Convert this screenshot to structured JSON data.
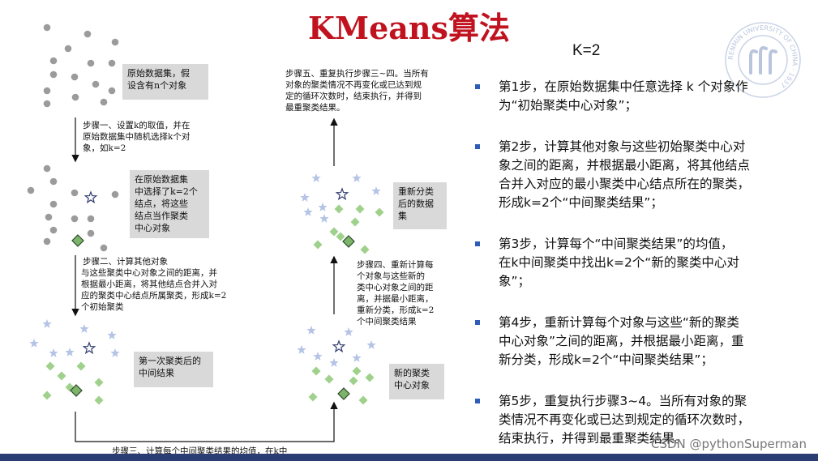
{
  "title": "KMeans算法",
  "k_label": "K=2",
  "seal_text": "RENMIN UNIVERSITY OF CHINA · 1937",
  "boxes": {
    "original_data": [
      "原始数据集，假",
      "设含有n个对象"
    ],
    "selected_centers": [
      "在原始数据集",
      "中选择了k=2个",
      "结点，将这些",
      "结点当作聚类",
      "中心对象"
    ],
    "first_cluster": [
      "第一次聚类后的",
      "中间结果"
    ],
    "regrouped": [
      "重新分类",
      "后的数据",
      "集"
    ],
    "new_centers": [
      "新的聚类",
      "中心对象"
    ]
  },
  "annotations": {
    "step1": [
      "步骤一、设置k的取值，并在",
      "原始数据集中随机选择k个对",
      "象，如k=2"
    ],
    "step2": [
      "步骤二、计算其他对象",
      "与这些聚类中心对象之间的距离，并",
      "根据最小距离，将其他结点合并入对",
      "应的聚类中心结点所属聚类，形成k=2",
      "个初始聚类"
    ],
    "step3": [
      "步骤三、计算每个中间聚类结果的均值，在k中"
    ],
    "step4": [
      "步骤四、重新计算每",
      "个对象与这些新的",
      "类中心对象之间的距",
      "离，并据最小距离，",
      "重新分类，形成k=2",
      "个中间聚类结果"
    ],
    "step5": [
      "步骤五、重复执行步骤三~四。当所有",
      "对象的聚类情况不再变化或已达到规",
      "定的循环次数时，结束执行，并得到",
      "最重聚类结果。"
    ]
  },
  "steps": [
    [
      "第1步，在原始数据集中任意选择 k 个对象作",
      "为“初始聚类中心对象”；"
    ],
    [
      "第2步，计算其他对象与这些初始聚类中心对",
      "象之间的距离，并根据最小距离，将其他结点",
      "合并入对应的最小聚类中心结点所在的聚类，",
      "形成k=2个“中间聚类结果”；"
    ],
    [
      "第3步，计算每个“中间聚类结果”的均值，",
      "在k中间聚类中找出k=2个“新的聚类中心对",
      "象”；"
    ],
    [
      "第4步，重新计算每个对象与这些“新的聚类",
      "中心对象”之间的距离，并根据最小距离，重",
      "新分类，形成k=2个“中间聚类结果”；"
    ],
    [
      "第5步，重复执行步骤3~4。当所有对象的聚",
      "类情况不再变化或已达到规定的循环次数时，",
      "结束执行，并得到最重聚类结果。"
    ]
  ],
  "watermark": "CSDN @pythonSuperman",
  "colors": {
    "title": "#c0121f",
    "gray_point": "#9b9b9b",
    "star_fill": "#b4c3e6",
    "center_star_stroke": "#303b6e",
    "diamond_fill": "#9fd18c",
    "center_diamond_fill": "#7cb56a",
    "bullet": "#2e5cb8",
    "footer_bar": "#2b3e73"
  },
  "icons": {
    "gray_point": "circle",
    "cluster_a_point": "star",
    "cluster_b_point": "diamond",
    "bullet": "square"
  }
}
